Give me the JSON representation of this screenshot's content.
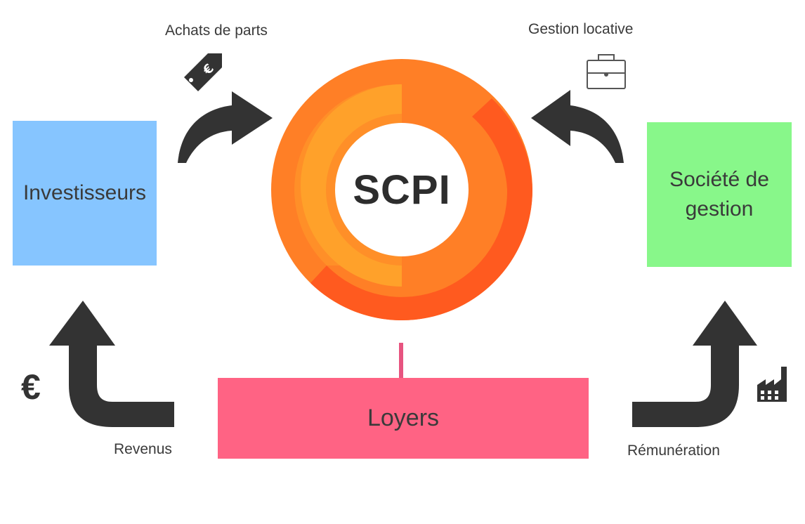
{
  "diagram": {
    "center": {
      "label": "SCPI"
    },
    "nodes": {
      "investisseurs": {
        "label": "Investisseurs",
        "color": "#86c5ff"
      },
      "societe": {
        "label": "Société de gestion",
        "color": "#88f78a"
      },
      "loyers": {
        "label": "Loyers",
        "color": "#ff6384"
      }
    },
    "flows": {
      "achats": {
        "label": "Achats de parts",
        "icon": "euro-price-tag-icon"
      },
      "gestion": {
        "label": "Gestion locative",
        "icon": "briefcase-icon"
      },
      "revenus": {
        "label": "Revenus",
        "icon": "euro-icon",
        "glyph": "€"
      },
      "remuneration": {
        "label": "Rémunération",
        "icon": "factory-icon"
      }
    },
    "colors": {
      "ring_outer": "#ff7f26",
      "ring_light": "#ffa12a",
      "ring_dark": "#ff5a1f",
      "arrow": "#333333",
      "connector": "#e75480"
    }
  }
}
